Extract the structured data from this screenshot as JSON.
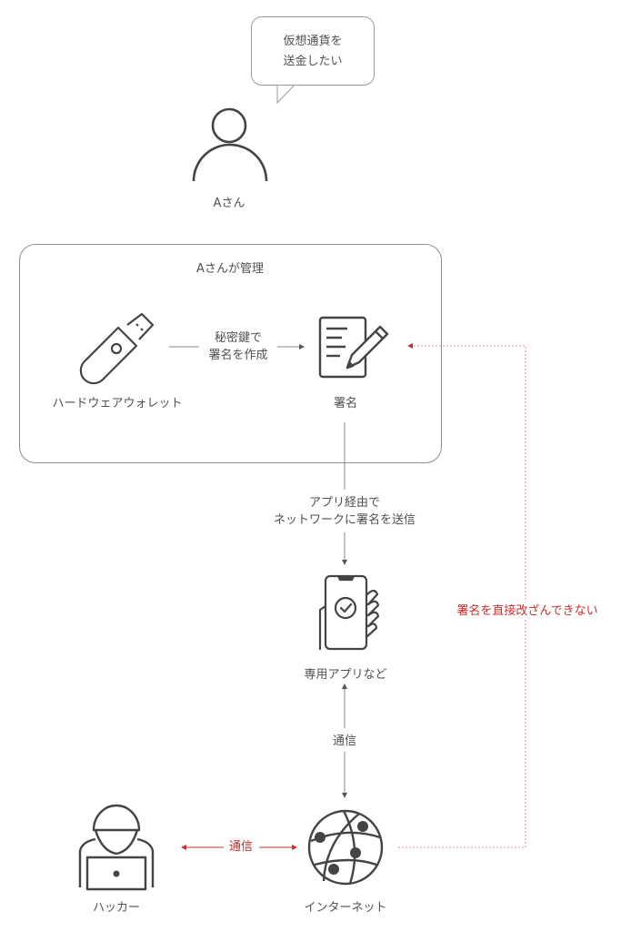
{
  "diagram": {
    "speech_bubble": {
      "lines": [
        "仮想通貨を",
        "送金したい"
      ]
    },
    "person": {
      "label": "Aさん",
      "icon": "person-icon"
    },
    "managed_group": {
      "title": "Aさんが管理"
    },
    "hardware_wallet": {
      "label": "ハードウェアウォレット",
      "icon": "usb-stick-icon"
    },
    "signature": {
      "label": "署名",
      "icon": "document-pen-icon"
    },
    "edge_wallet_to_signature": {
      "lines": [
        "秘密鍵で",
        "署名を作成"
      ]
    },
    "edge_signature_to_app": {
      "lines": [
        "アプリ経由で",
        "ネットワークに署名を送信"
      ]
    },
    "app": {
      "label": "専用アプリなど",
      "icon": "smartphone-hand-icon"
    },
    "edge_app_internet": {
      "label": "通信"
    },
    "internet": {
      "label": "インターネット",
      "icon": "globe-network-icon"
    },
    "hacker": {
      "label": "ハッカー",
      "icon": "hacker-laptop-icon"
    },
    "edge_hacker_internet": {
      "label": "通信"
    },
    "edge_internet_signature": {
      "label": "署名を直接改ざんできない"
    },
    "colors": {
      "line": "#8a8a8a",
      "icon": "#444444",
      "text": "#505050",
      "alert": "#c9302c"
    }
  }
}
